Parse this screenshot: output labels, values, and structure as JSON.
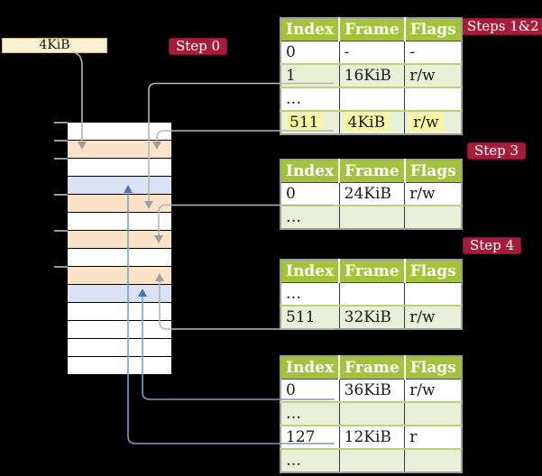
{
  "cr3_box": {
    "label": "4KiB"
  },
  "badges": {
    "step0": "Step 0",
    "steps12": "Steps 1&2",
    "step3": "Step 3",
    "step4": "Step 4"
  },
  "colors": {
    "badge_red": "#a41d3a",
    "header_green": "#a4c23c",
    "row_green": "#eaf0d7",
    "highlight_yellow": "#f9f5a1",
    "frame_peach": "#fbe3c8",
    "frame_blue": "#d9e3f3",
    "cream": "#fbf0d1",
    "arrow_gray": "#b5b5b5",
    "arrow_gray_head": "#9e9e9e",
    "arrow_blue": "#7f9cc9",
    "arrow_blue_head": "#4f73ac"
  },
  "tables": [
    {
      "headers": [
        "Index",
        "Frame",
        "Flags"
      ],
      "rows": [
        {
          "cells": [
            "0",
            "-",
            "-"
          ],
          "shaded": false,
          "highlight": false
        },
        {
          "cells": [
            "1",
            "16KiB",
            "r/w"
          ],
          "shaded": true,
          "highlight": false
        },
        {
          "cells": [
            "…",
            "",
            ""
          ],
          "shaded": false,
          "highlight": false
        },
        {
          "cells": [
            "511",
            "4KiB",
            "r/w"
          ],
          "shaded": true,
          "highlight": true
        }
      ]
    },
    {
      "headers": [
        "Index",
        "Frame",
        "Flags"
      ],
      "rows": [
        {
          "cells": [
            "0",
            "24KiB",
            "r/w"
          ],
          "shaded": false,
          "highlight": false
        },
        {
          "cells": [
            "…",
            "",
            ""
          ],
          "shaded": true,
          "highlight": false
        }
      ]
    },
    {
      "headers": [
        "Index",
        "Frame",
        "Flags"
      ],
      "rows": [
        {
          "cells": [
            "…",
            "",
            ""
          ],
          "shaded": false,
          "highlight": false
        },
        {
          "cells": [
            "511",
            "32KiB",
            "r/w"
          ],
          "shaded": true,
          "highlight": false
        }
      ]
    },
    {
      "headers": [
        "Index",
        "Frame",
        "Flags"
      ],
      "rows": [
        {
          "cells": [
            "0",
            "36KiB",
            "r/w"
          ],
          "shaded": false,
          "highlight": false
        },
        {
          "cells": [
            "…",
            "",
            ""
          ],
          "shaded": true,
          "highlight": false
        },
        {
          "cells": [
            "127",
            "12KiB",
            "r"
          ],
          "shaded": false,
          "highlight": false
        },
        {
          "cells": [
            "…",
            "",
            ""
          ],
          "shaded": true,
          "highlight": false
        }
      ]
    }
  ],
  "memory": {
    "rows": [
      "white",
      "peach",
      "white",
      "blue",
      "peach",
      "white",
      "peach",
      "white",
      "peach",
      "blue",
      "white",
      "white",
      "white",
      "white"
    ],
    "tick_rows": [
      0,
      1,
      2,
      4,
      6,
      8
    ]
  }
}
